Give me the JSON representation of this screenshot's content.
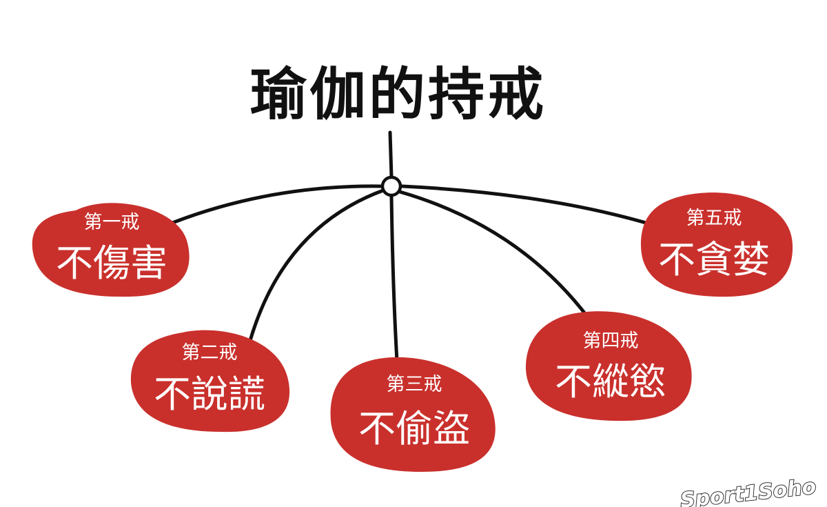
{
  "title": "瑜伽的持戒",
  "precepts": [
    {
      "ordinal": "第一戒",
      "name": "不傷害"
    },
    {
      "ordinal": "第二戒",
      "name": "不說謊"
    },
    {
      "ordinal": "第三戒",
      "name": "不偷盜"
    },
    {
      "ordinal": "第四戒",
      "name": "不縱慾"
    },
    {
      "ordinal": "第五戒",
      "name": "不貪婪"
    }
  ],
  "watermark": "Sport1Soho",
  "colors": {
    "blob": "#c9302c",
    "line": "#111111",
    "text_on_blob": "#ffffff",
    "background": "#ffffff"
  }
}
